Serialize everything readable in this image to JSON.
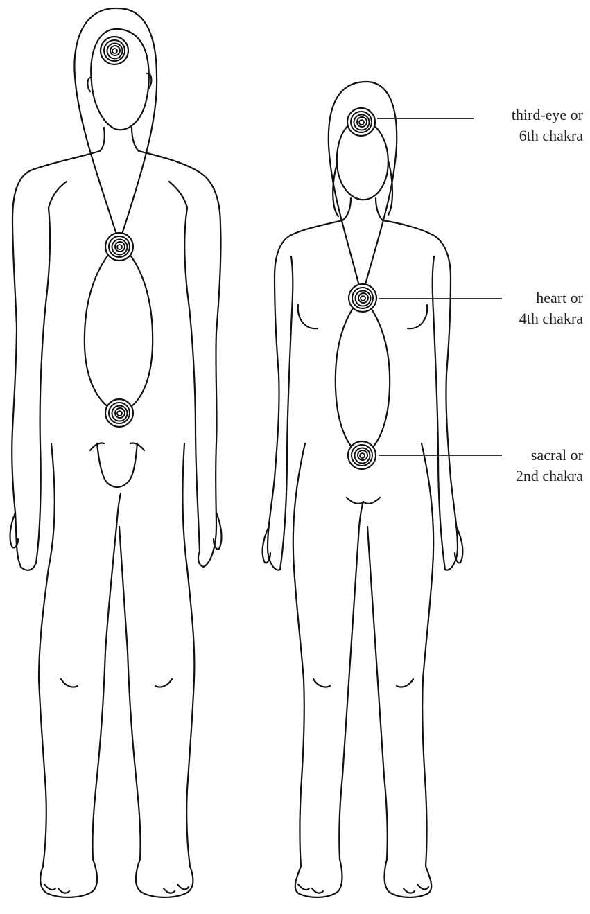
{
  "labels": {
    "third_eye": {
      "line1": "third-eye or",
      "line2": "6th chakra"
    },
    "heart": {
      "line1": "heart or",
      "line2": "4th chakra"
    },
    "sacral": {
      "line1": "sacral or",
      "line2": "2nd chakra"
    }
  },
  "colors": {
    "ink": "#111111",
    "background": "#ffffff"
  },
  "icons": [
    "spiral-chakra-icon",
    "male-figure",
    "female-figure"
  ]
}
